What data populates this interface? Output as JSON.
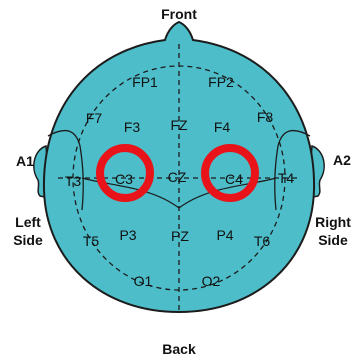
{
  "labels": {
    "front": "Front",
    "back": "Back",
    "left_ear": "A1",
    "right_ear": "A2",
    "left_side_line1": "Left",
    "left_side_line2": "Side",
    "right_side_line1": "Right",
    "right_side_line2": "Side"
  },
  "electrodes": {
    "fp1": "FP1",
    "fp2": "FP2",
    "f7": "F7",
    "f3": "F3",
    "fz": "FZ",
    "f4": "F4",
    "f8": "F8",
    "t3": "T3",
    "c3": "C3",
    "cz": "CZ",
    "c4": "C4",
    "t4": "T4",
    "t5": "T5",
    "p3": "P3",
    "pz": "PZ",
    "p4": "P4",
    "t6": "T6",
    "o1": "O1",
    "o2": "O2"
  },
  "highlighted_electrodes": [
    "C3",
    "C4"
  ],
  "colors": {
    "head_fill": "#4cbdc9",
    "outline": "#1c1c1c",
    "highlight_ring": "#e8141a",
    "text": "#111111"
  }
}
